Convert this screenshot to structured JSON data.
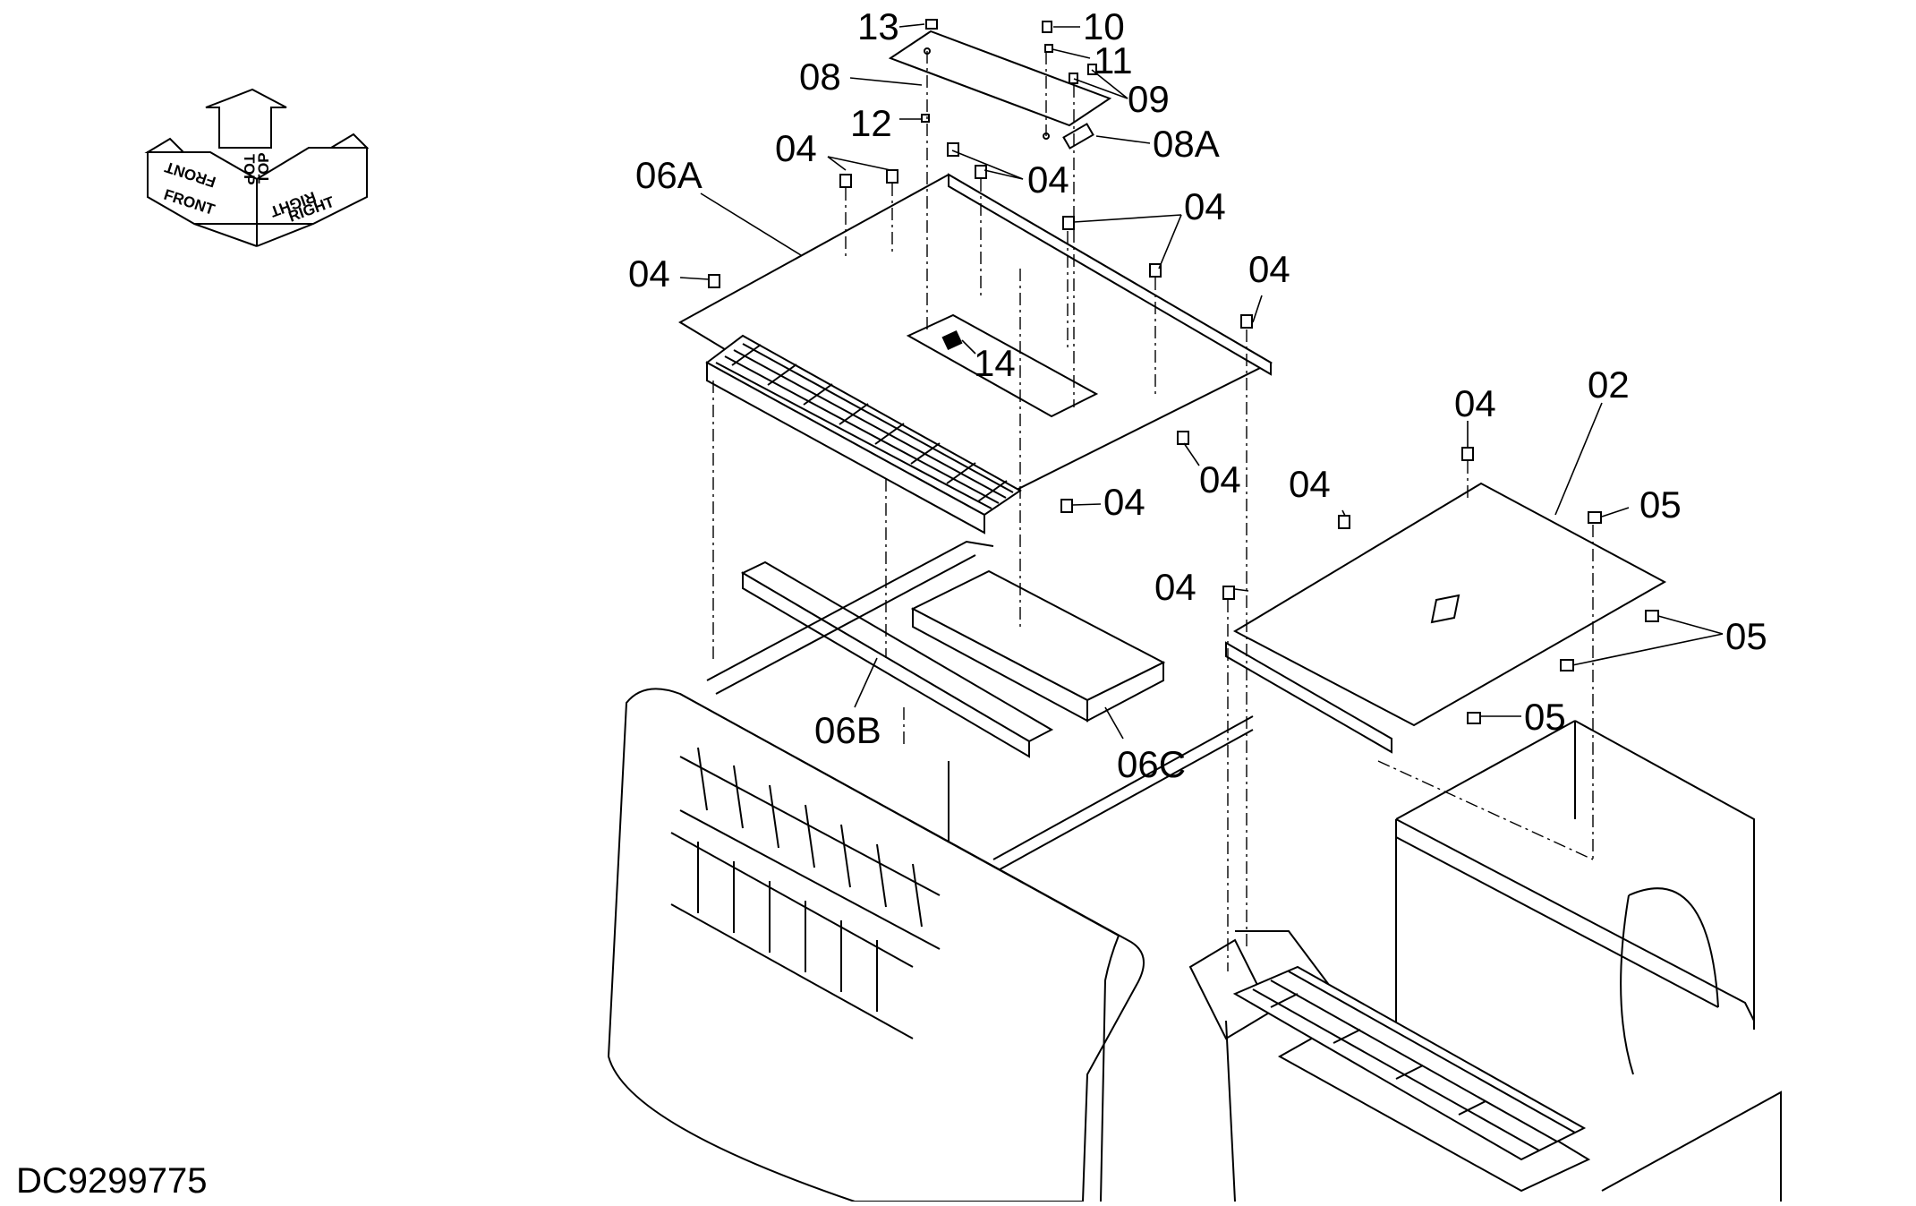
{
  "drawing": {
    "doc_id": "DC9299775",
    "orientation": {
      "front": "FRONT",
      "top": "TOP",
      "right": "RIGHT"
    },
    "callouts": [
      {
        "id": "c13",
        "text": "13"
      },
      {
        "id": "c10",
        "text": "10"
      },
      {
        "id": "c11",
        "text": "11"
      },
      {
        "id": "c08",
        "text": "08"
      },
      {
        "id": "c09",
        "text": "09"
      },
      {
        "id": "c12",
        "text": "12"
      },
      {
        "id": "c08a",
        "text": "08A"
      },
      {
        "id": "c04a",
        "text": "04"
      },
      {
        "id": "c06a",
        "text": "06A"
      },
      {
        "id": "c04b",
        "text": "04"
      },
      {
        "id": "c04c",
        "text": "04"
      },
      {
        "id": "c04d",
        "text": "04"
      },
      {
        "id": "c04e",
        "text": "04"
      },
      {
        "id": "c14",
        "text": "14"
      },
      {
        "id": "c04f",
        "text": "04"
      },
      {
        "id": "c02",
        "text": "02"
      },
      {
        "id": "c04g",
        "text": "04"
      },
      {
        "id": "c04h",
        "text": "04"
      },
      {
        "id": "c05a",
        "text": "05"
      },
      {
        "id": "c04i",
        "text": "04"
      },
      {
        "id": "c04j",
        "text": "04"
      },
      {
        "id": "c05b",
        "text": "05"
      },
      {
        "id": "c06b",
        "text": "06B"
      },
      {
        "id": "c05c",
        "text": "05"
      },
      {
        "id": "c06c",
        "text": "06C"
      }
    ]
  }
}
